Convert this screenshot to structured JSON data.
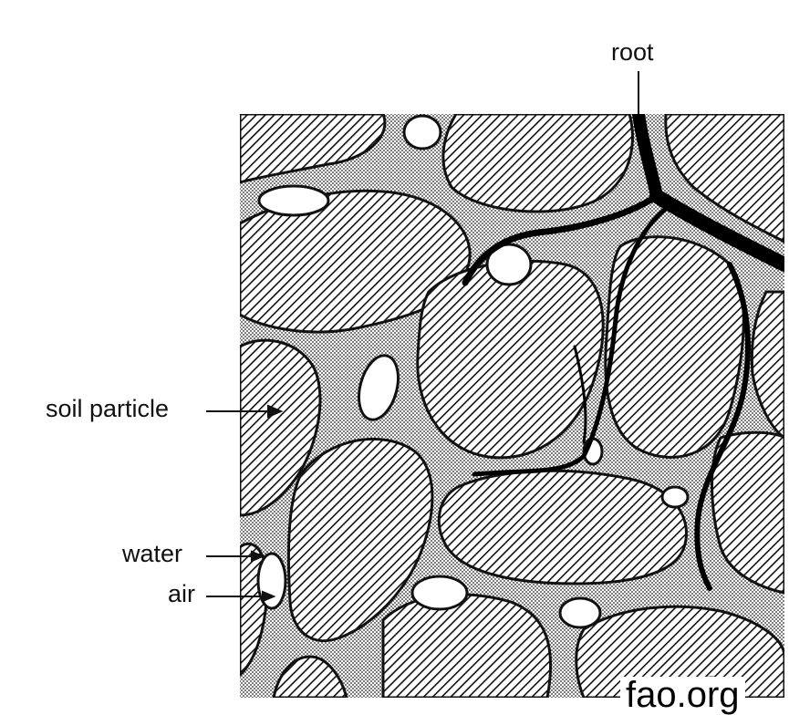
{
  "labels": {
    "root": "root",
    "soil_particle": "soil particle",
    "water": "water",
    "air": "air"
  },
  "watermark": "fao.org",
  "colors": {
    "ink": "#111111",
    "background": "#ffffff",
    "water_fill": "#d9d9d9"
  }
}
